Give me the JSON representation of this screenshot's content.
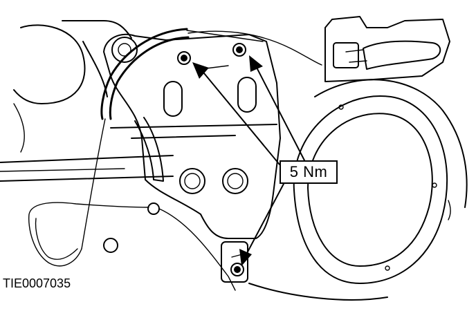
{
  "figure": {
    "torque_label": "5 Nm",
    "reference_code": "TIE0007035"
  },
  "colors": {
    "line": "#000000",
    "background": "#ffffff"
  },
  "callouts": {
    "fastener_count": 3,
    "target": "torque_label"
  }
}
